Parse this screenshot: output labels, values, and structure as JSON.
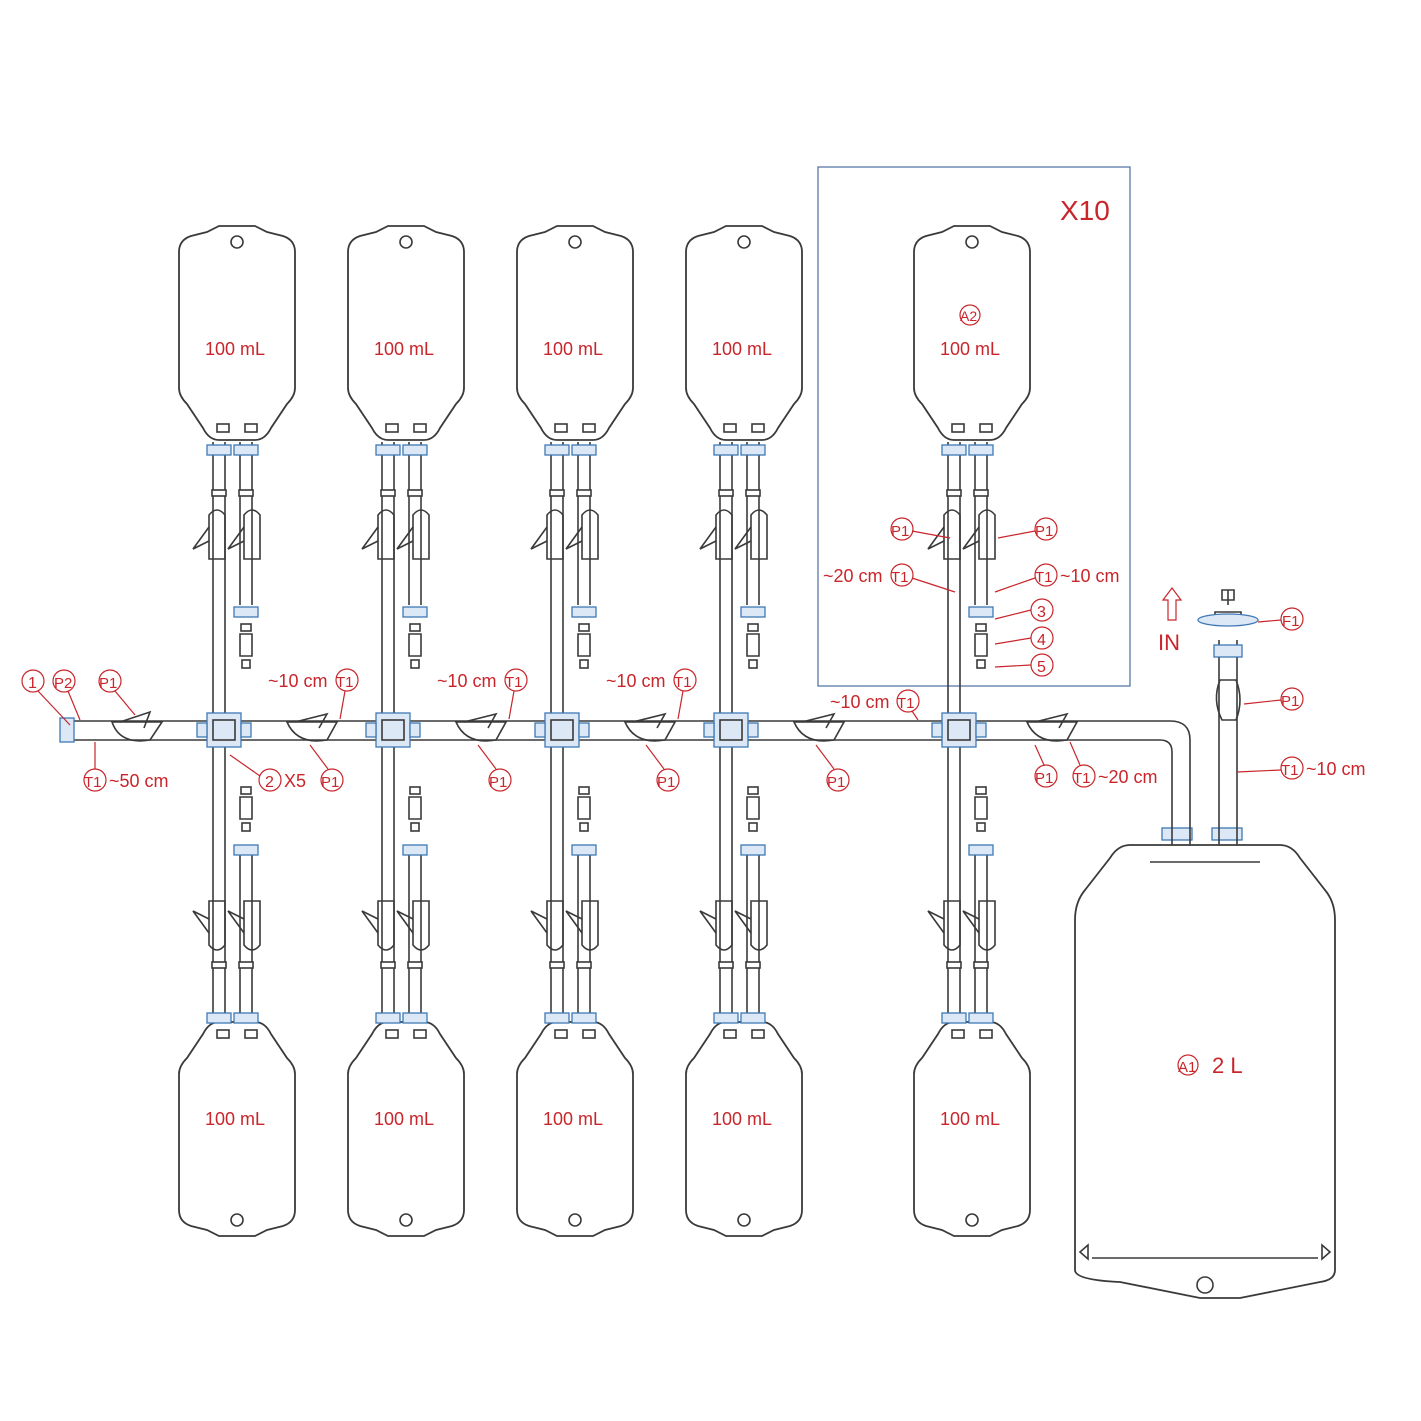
{
  "colors": {
    "label": "#c8262b",
    "outline": "#3a3a3a",
    "connector": "#3f78b5",
    "frame": "#4a6fa0"
  },
  "group": {
    "multiplier": "X10"
  },
  "bags_top": [
    {
      "volume": "100 mL"
    },
    {
      "volume": "100 mL"
    },
    {
      "volume": "100 mL"
    },
    {
      "volume": "100 mL"
    },
    {
      "volume": "100 mL",
      "tag": "A2"
    }
  ],
  "bags_bottom": [
    {
      "volume": "100 mL"
    },
    {
      "volume": "100 mL"
    },
    {
      "volume": "100 mL"
    },
    {
      "volume": "100 mL"
    },
    {
      "volume": "100 mL"
    }
  ],
  "big_bag": {
    "tag": "A1",
    "volume": "2 L"
  },
  "inlet": {
    "arrow_label": "IN",
    "filter_tag": "F1"
  },
  "tags": {
    "clamp": "P1",
    "cap": "P2",
    "tube": "T1",
    "part1": "1",
    "part2": "2",
    "part3": "3",
    "part4": "4",
    "part5": "5"
  },
  "text": {
    "part2_count": "X5",
    "len_10": "~10 cm",
    "len_20": "~20 cm",
    "len_50": "~50 cm"
  }
}
